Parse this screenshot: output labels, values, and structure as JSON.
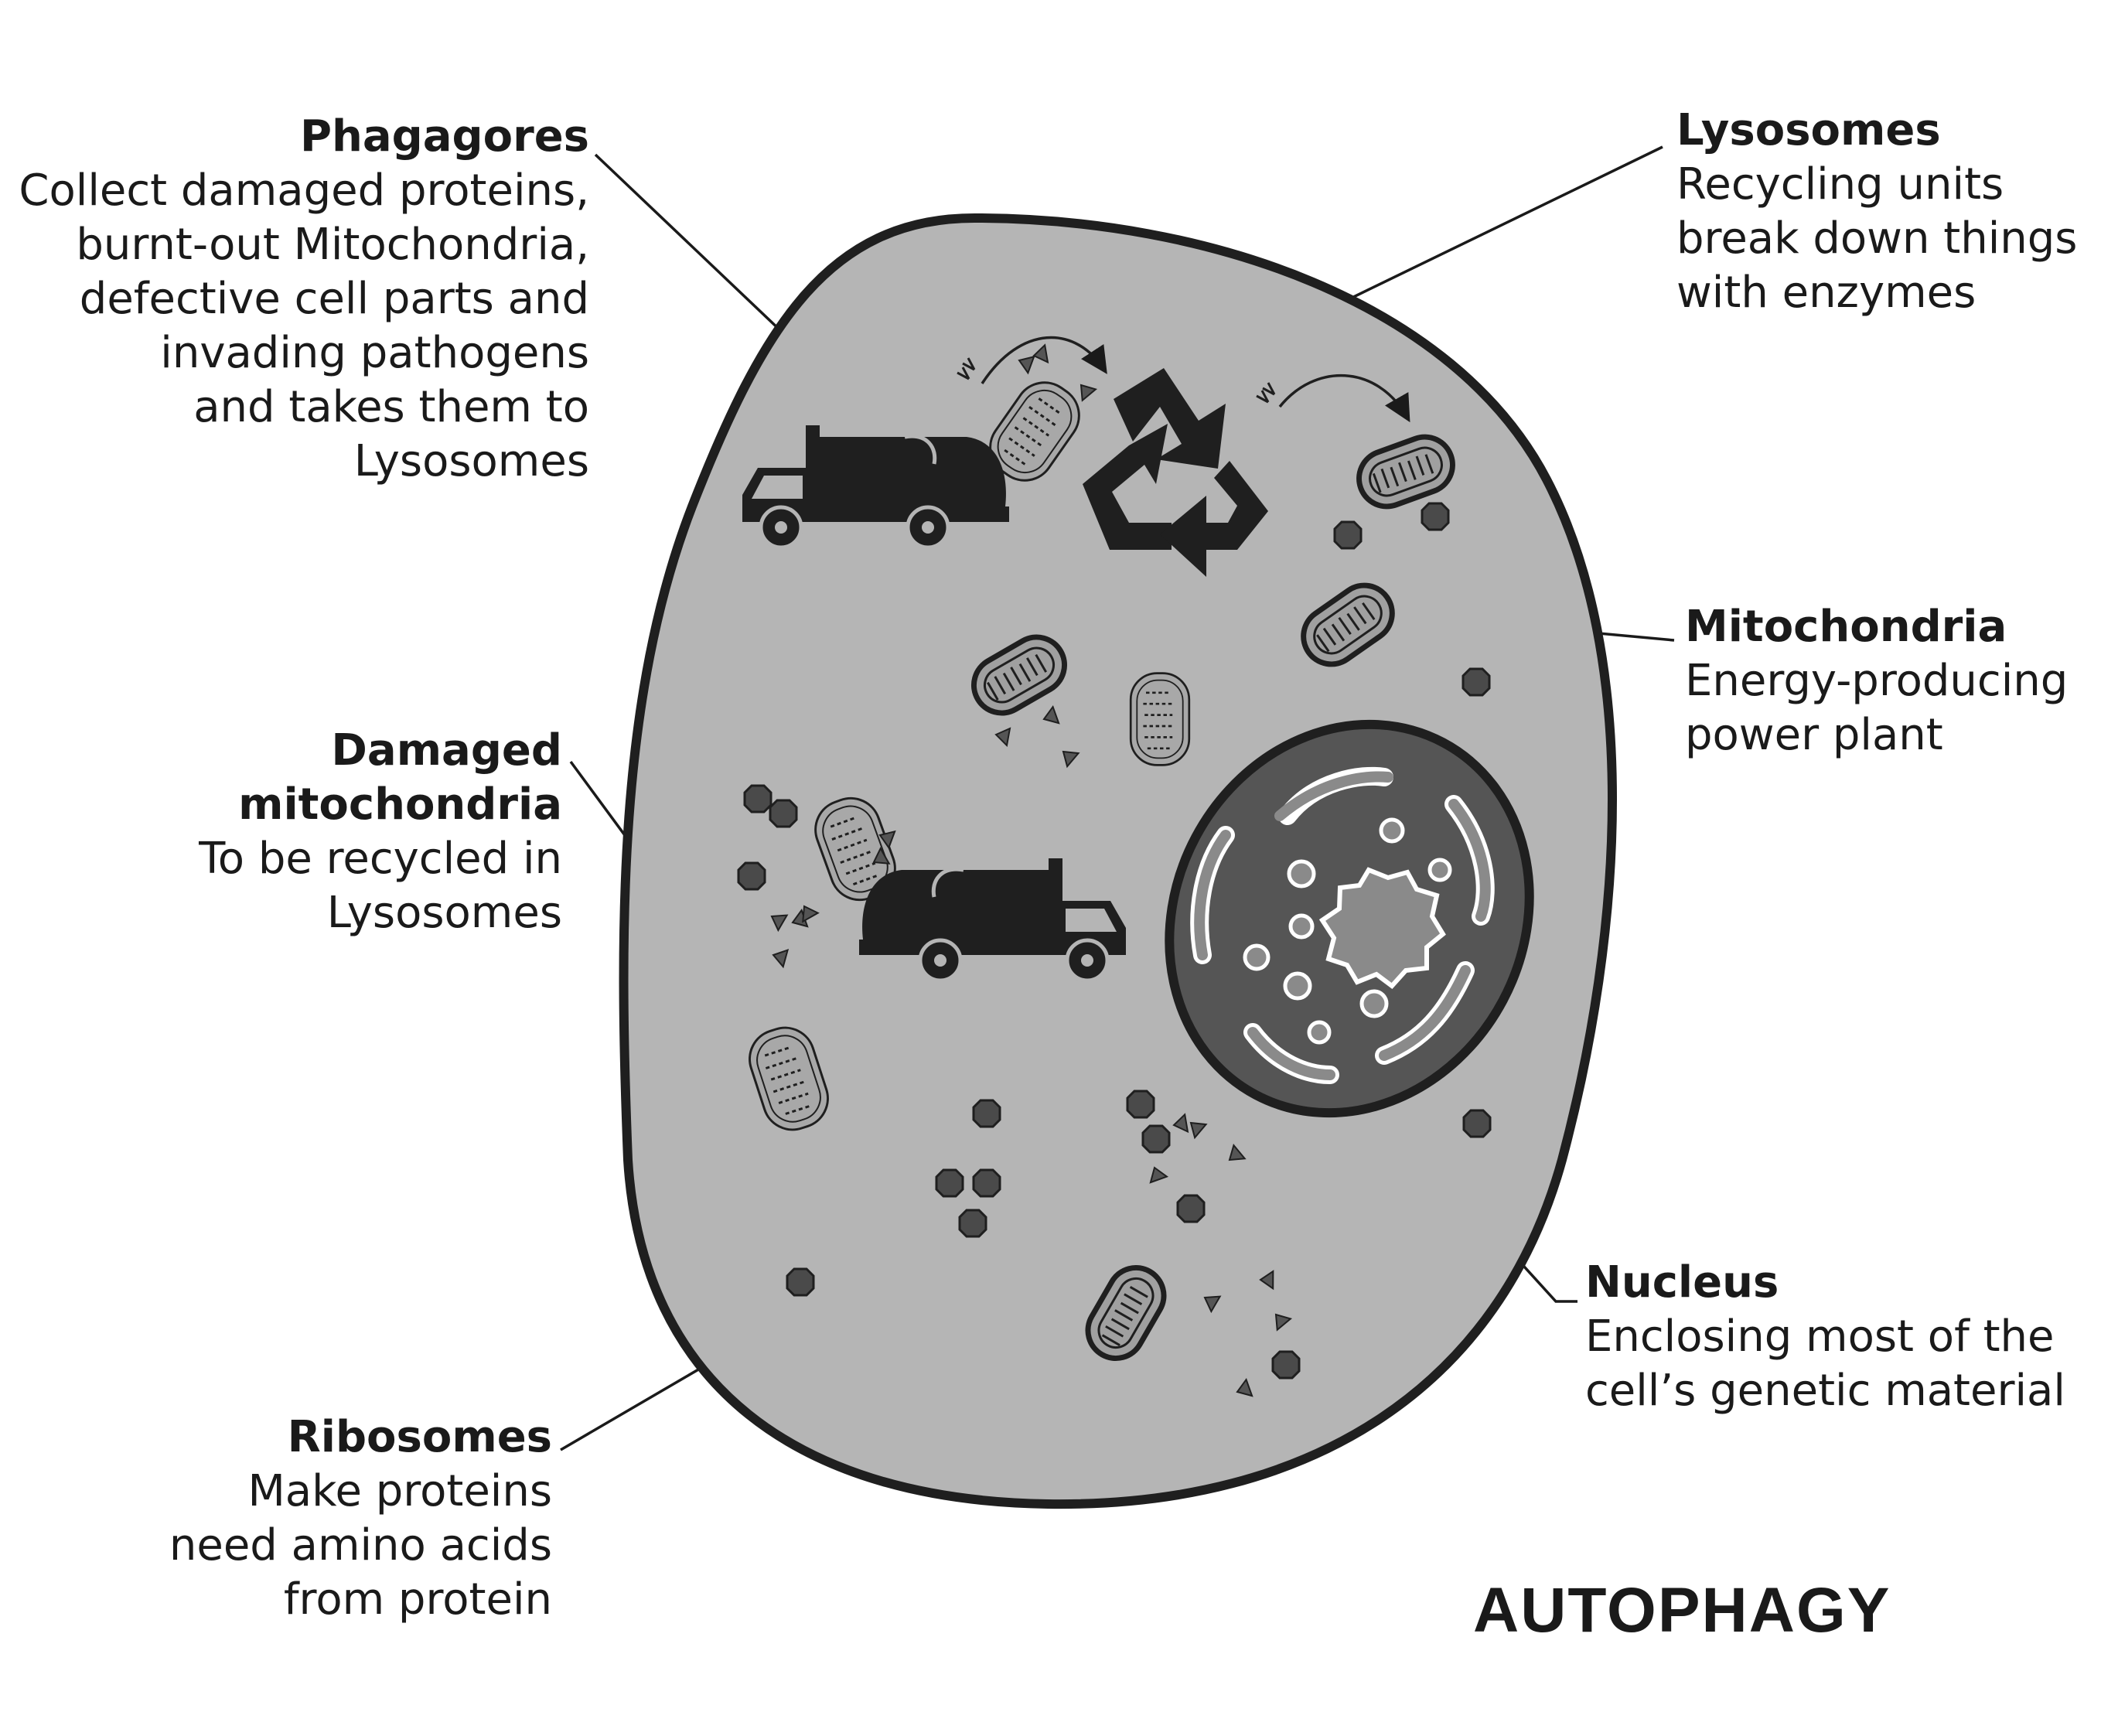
{
  "title": "AUTOPHAGY",
  "labels": {
    "phagagores": {
      "title": "Phagagores",
      "desc": "Collect damaged proteins,\nburnt-out Mitochondria,\ndefective cell parts and\ninvading pathogens\nand takes them to\nLysosomes"
    },
    "lysosomes": {
      "title": "Lysosomes",
      "desc": "Recycling units\nbreak down things\nwith enzymes"
    },
    "mitochondria": {
      "title": "Mitochondria",
      "desc": "Energy-producing\npower plant"
    },
    "damaged_mitochondria": {
      "title": "Damaged mitochondria",
      "desc": "To be recycled in\nLysosomes"
    },
    "nucleus": {
      "title": "Nucleus",
      "desc": "Enclosing most of the\ncell’s genetic material"
    },
    "ribosomes": {
      "title": "Ribosomes",
      "desc": "Make proteins\nneed amino acids\nfrom protein"
    }
  },
  "colors": {
    "cytoplasm": "#b5b5b5",
    "membrane": "#1f1f1f",
    "nucleus_fill": "#555555",
    "nucleus_inner": "#8a8a8a",
    "organelle_dark": "#1f1f1f",
    "ribosome": "#4a4a4a"
  },
  "icons": [
    "garbage-truck-icon",
    "recycle-icon"
  ]
}
